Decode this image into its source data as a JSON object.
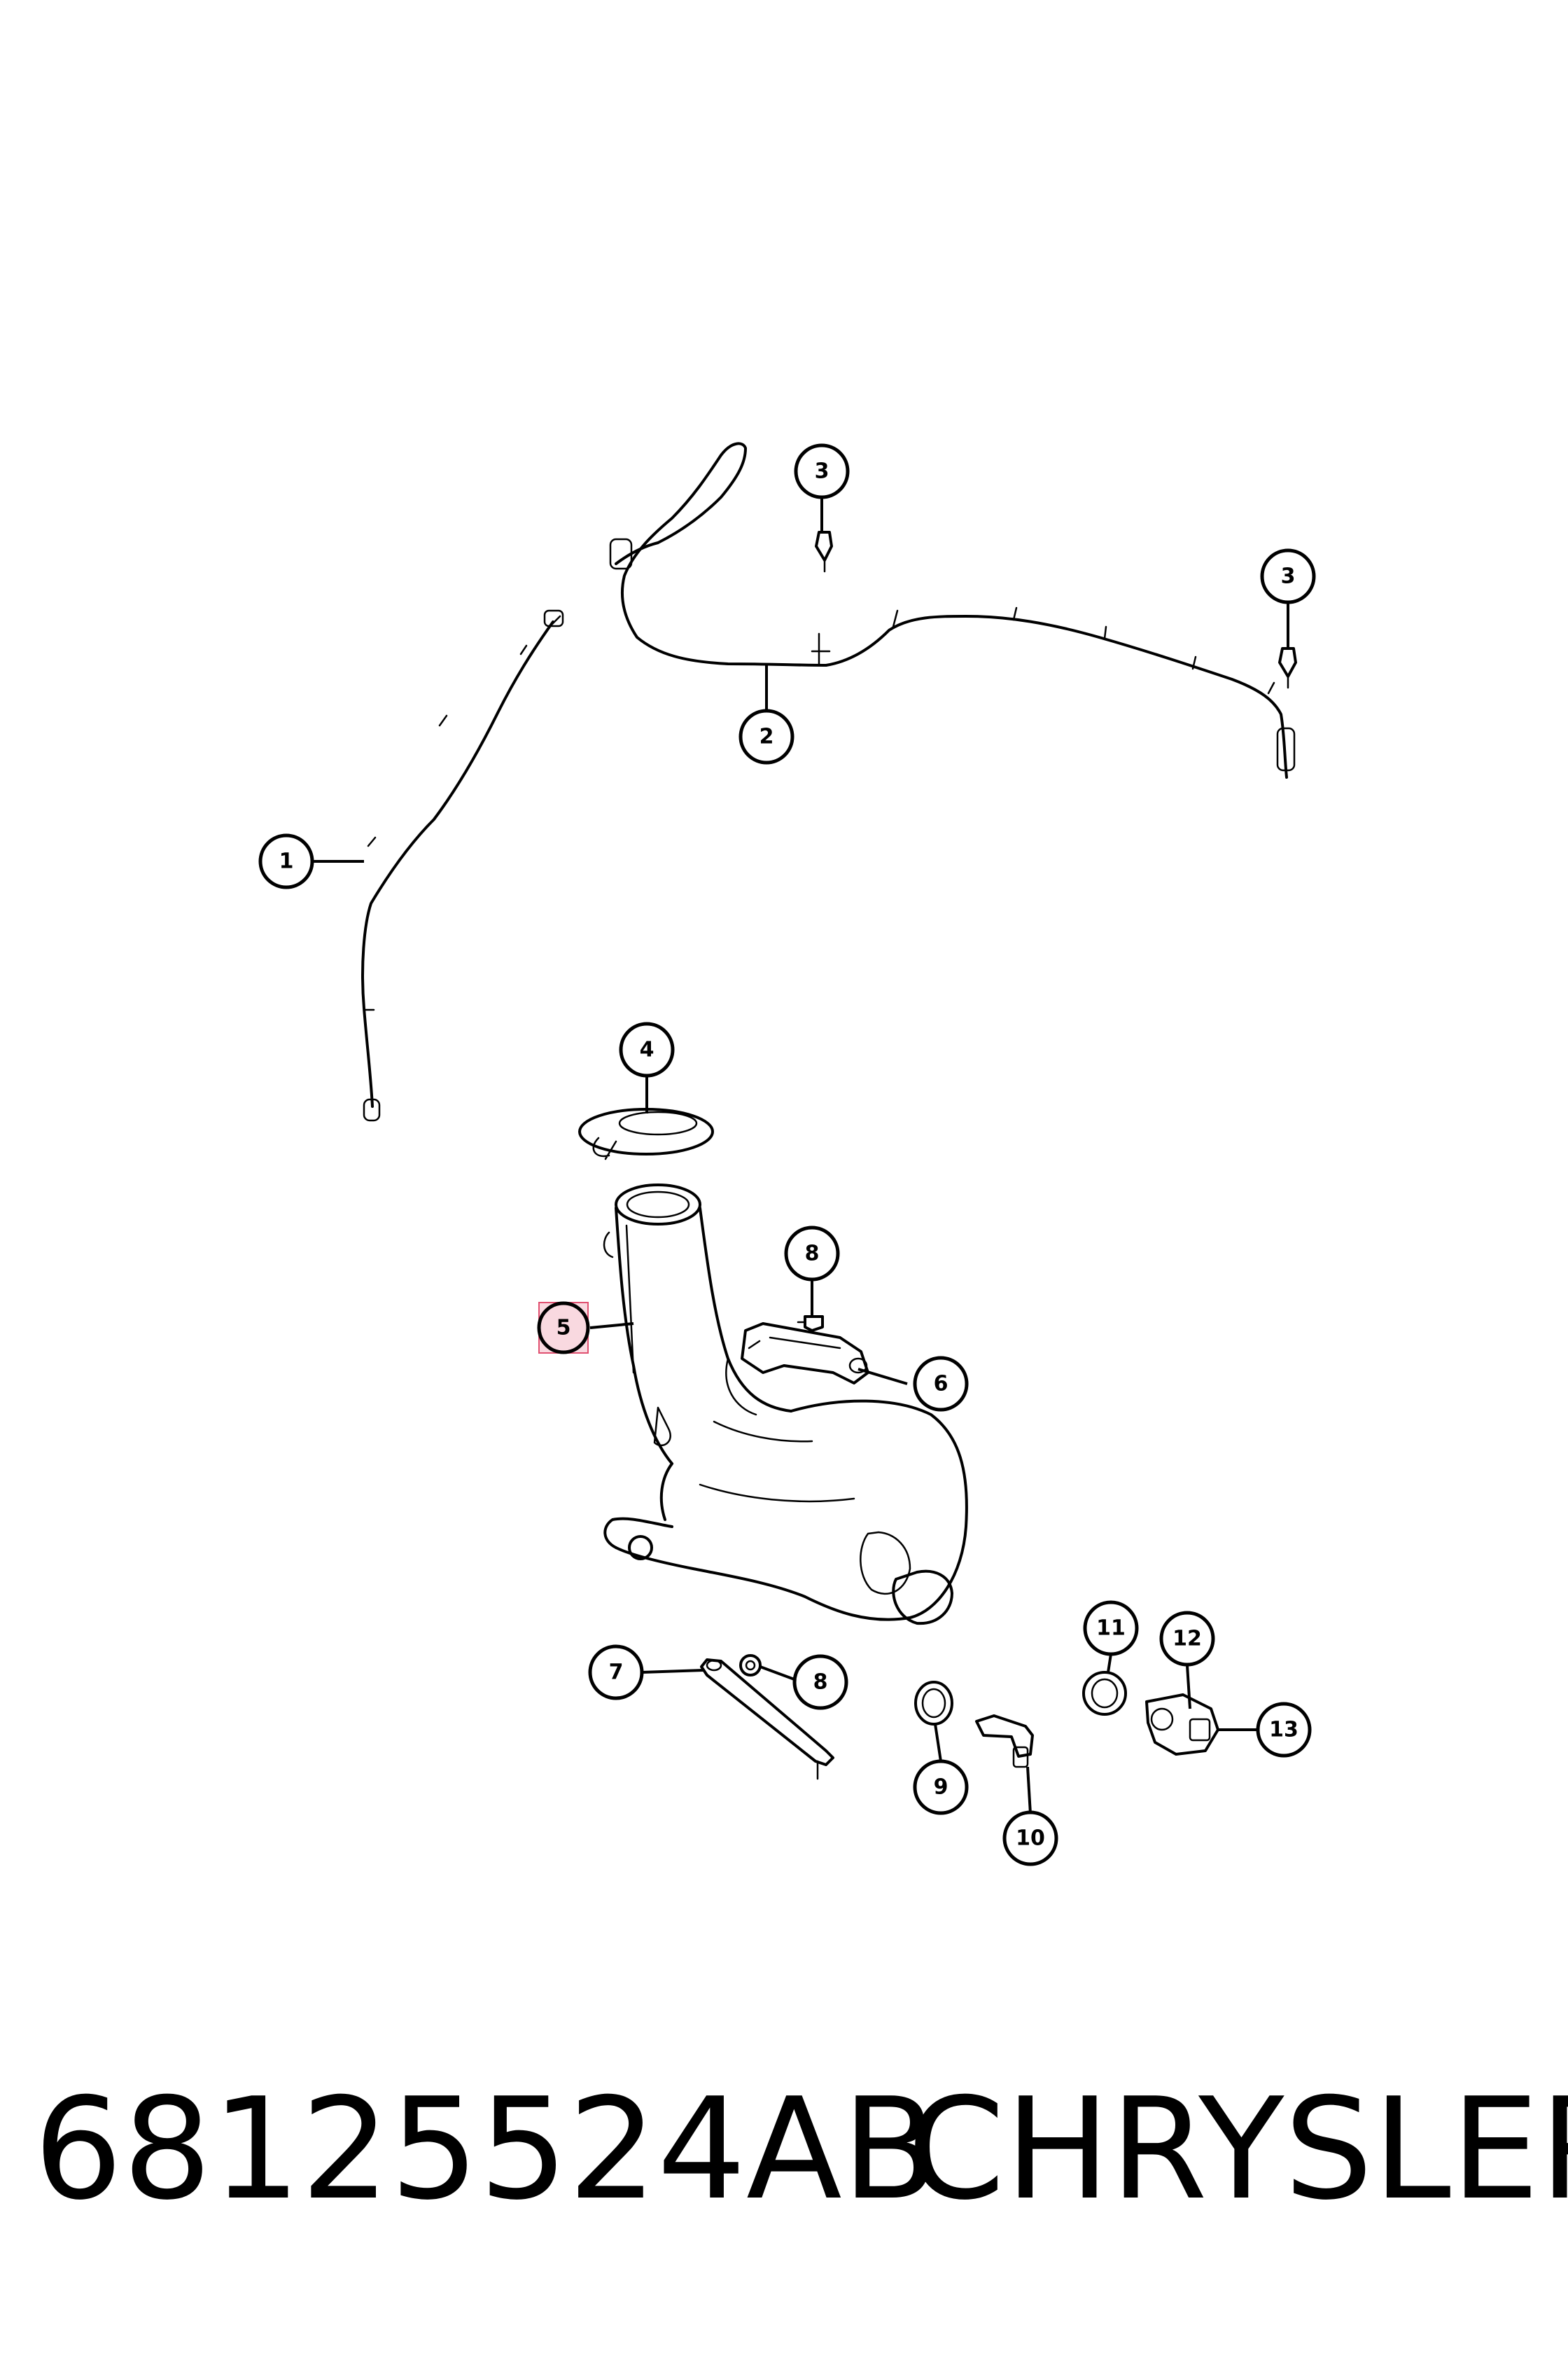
{
  "footer": {
    "part_number": "68125524AB",
    "brand": "CHRYSLER"
  },
  "highlight_color": "#f9d9e0",
  "highlight_border": "#e05070",
  "callouts": [
    {
      "id": "1",
      "label": "1"
    },
    {
      "id": "2",
      "label": "2"
    },
    {
      "id": "3a",
      "label": "3"
    },
    {
      "id": "3b",
      "label": "3"
    },
    {
      "id": "4",
      "label": "4"
    },
    {
      "id": "5",
      "label": "5",
      "highlighted": true
    },
    {
      "id": "6",
      "label": "6"
    },
    {
      "id": "7",
      "label": "7"
    },
    {
      "id": "8a",
      "label": "8"
    },
    {
      "id": "8b",
      "label": "8"
    },
    {
      "id": "9",
      "label": "9"
    },
    {
      "id": "10",
      "label": "10"
    },
    {
      "id": "11",
      "label": "11"
    },
    {
      "id": "12",
      "label": "12"
    },
    {
      "id": "13",
      "label": "13"
    }
  ]
}
